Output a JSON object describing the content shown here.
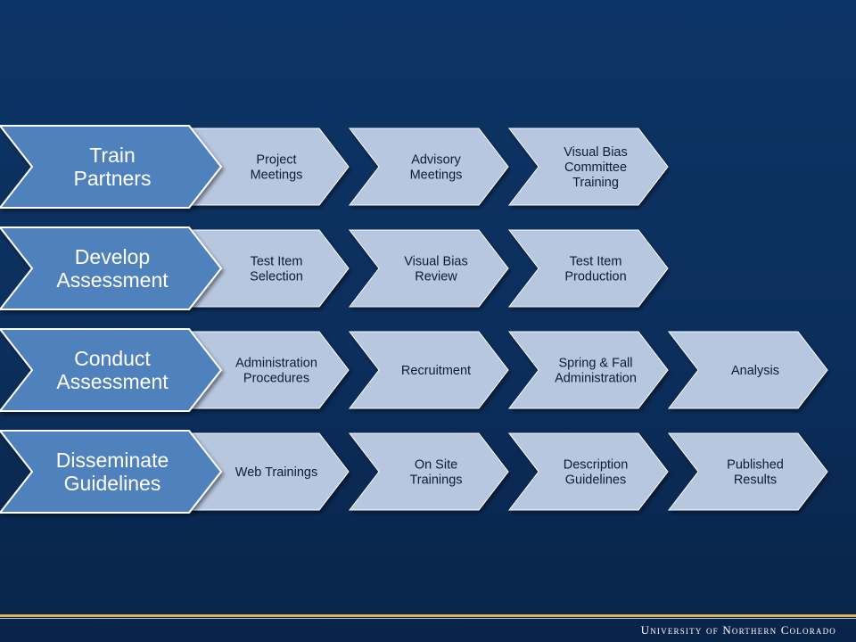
{
  "colors": {
    "background": "#0b2e5c",
    "head_fill": "#4f81bd",
    "step_fill": "#b8c7e0",
    "outline": "#ffffff",
    "footer_accent": "#d9b45a"
  },
  "rows": [
    {
      "label": "Train Partners",
      "steps": [
        "Project Meetings",
        "Advisory Meetings",
        "Visual Bias Committee Training"
      ]
    },
    {
      "label": "Develop Assessment",
      "steps": [
        "Test Item Selection",
        "Visual Bias Review",
        "Test Item Production"
      ]
    },
    {
      "label": "Conduct Assessment",
      "steps": [
        "Administration Procedures",
        "Recruitment",
        "Spring & Fall Administration",
        "Analysis"
      ]
    },
    {
      "label": "Disseminate Guidelines",
      "steps": [
        "Web Trainings",
        "On Site Trainings",
        "Description Guidelines",
        "Published Results"
      ]
    }
  ],
  "footer": {
    "logo_text": "University of Northern Colorado"
  }
}
